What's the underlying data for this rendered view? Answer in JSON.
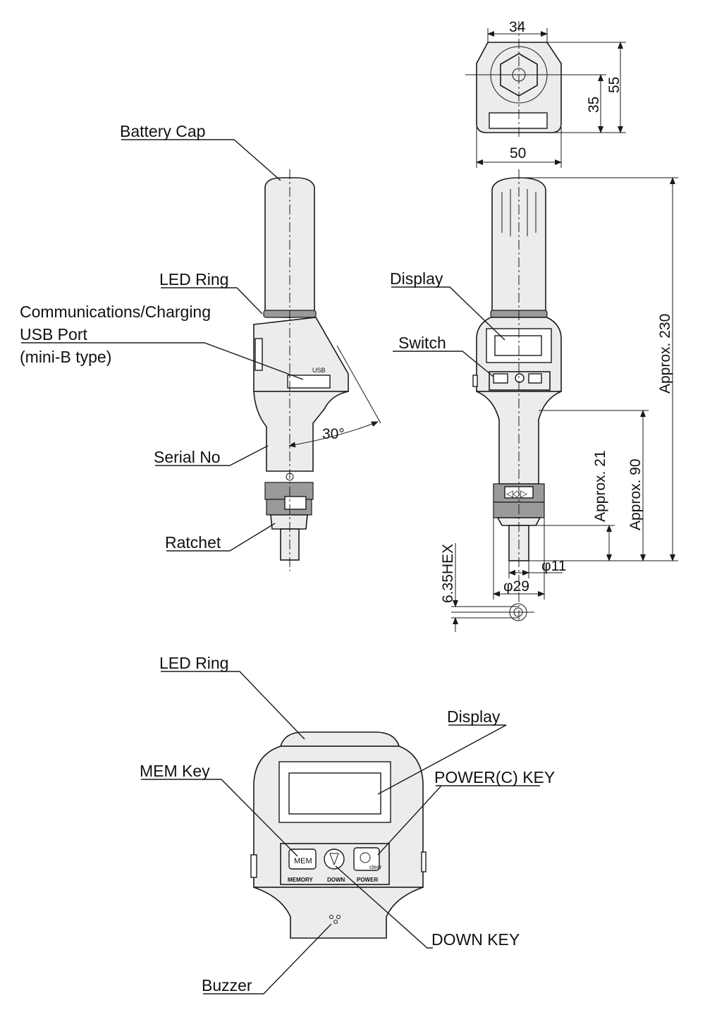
{
  "side_view": {
    "battery_cap": "Battery Cap",
    "led_ring": "LED Ring",
    "usb_port_line1": "Communications/Charging",
    "usb_port_line2": "USB Port",
    "usb_port_line3": "(mini-B type)",
    "usb_mark": "USB",
    "angle": "30°",
    "serial_no": "Serial No",
    "ratchet": "Ratchet"
  },
  "front_view": {
    "display": "Display",
    "switch": "Switch",
    "top_width": "34",
    "body_width": "50",
    "height_55": "55",
    "height_35": "35",
    "total_length": "Approx. 230",
    "length_90": "Approx. 90",
    "length_21": "Approx. 21",
    "hex": "6.35HEX",
    "dia_11": "φ11",
    "dia_29": "φ29"
  },
  "detail_view": {
    "led_ring": "LED Ring",
    "display": "Display",
    "mem_key": "MEM Key",
    "power_key": "POWER(C) KEY",
    "down_key": "DOWN KEY",
    "buzzer": "Buzzer",
    "mem_btn_text": "MEM",
    "memory_caption": "MEMORY",
    "down_caption": "DOWN",
    "power_caption": "POWER",
    "clear_text": "clear"
  }
}
